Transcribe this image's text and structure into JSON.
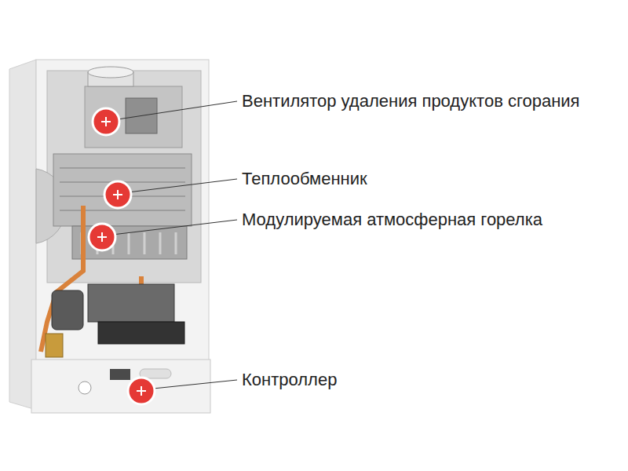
{
  "diagram": {
    "labels": [
      "Вентилятор удаления продуктов сгорания",
      "Теплообменник",
      "Модулируемая атмосферная горелка",
      "Контроллер"
    ]
  }
}
